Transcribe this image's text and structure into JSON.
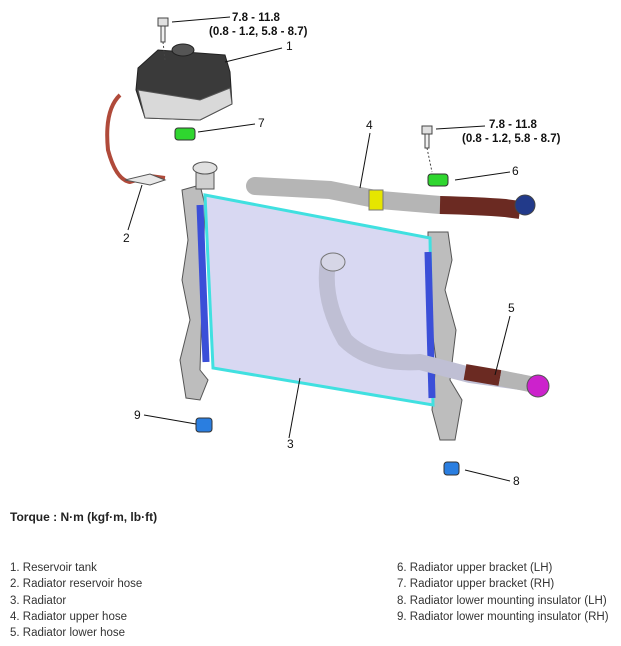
{
  "torque_specs": {
    "tank_bolt_line1": "7.8 - 11.8",
    "tank_bolt_line2": "(0.8 - 1.2, 5.8 - 8.7)",
    "bracket_bolt_line1": "7.8 - 11.8",
    "bracket_bolt_line2": "(0.8 - 1.2, 5.8 - 8.7)"
  },
  "callouts": [
    "1",
    "2",
    "3",
    "4",
    "5",
    "6",
    "7",
    "8",
    "9"
  ],
  "torque_heading": "Torque : N·m (kgf·m, lb·ft)",
  "legend_left": [
    "1. Reservoir tank",
    "2. Radiator reservoir hose",
    "3. Radiator",
    "4. Radiator upper hose",
    "5. Radiator lower hose"
  ],
  "legend_right": [
    "6. Radiator upper bracket (LH)",
    "7. Radiator upper bracket (RH)",
    "8. Radiator lower mounting insulator (LH)",
    "9. Radiator lower mounting insulator (RH)"
  ],
  "colors": {
    "radiator_core": "#d8d8f2",
    "radiator_edge": "#40e0e0",
    "side_tank": "#3b4fd8",
    "hose_upper": "#b5b5b5",
    "hose_brown": "#6b2a22",
    "bracket_green": "#2fd62f",
    "insulator_blue": "#2a7ee0",
    "clamp_yellow": "#e6e600",
    "lower_fitting": "#cc22cc",
    "reservoir_hose": "#b04a3a"
  }
}
